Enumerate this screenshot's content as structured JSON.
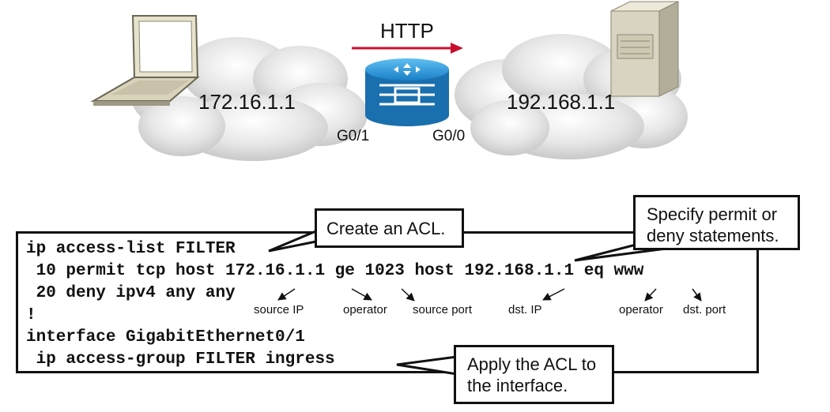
{
  "network": {
    "protocol": "HTTP",
    "client_ip": "172.16.1.1",
    "server_ip": "192.168.1.1",
    "interfaces": {
      "left": "G0/1",
      "right": "G0/0"
    }
  },
  "config": {
    "lines": [
      "ip access-list FILTER",
      " 10 permit tcp host 172.16.1.1 ge 1023 host 192.168.1.1 eq www",
      " 20 deny ipv4 any any",
      "!",
      "interface GigabitEthernet0/1",
      " ip access-group FILTER ingress"
    ]
  },
  "annotations": {
    "source_ip": "source IP",
    "operator_1": "operator",
    "source_port": "source port",
    "dst_ip": "dst. IP",
    "operator_2": "operator",
    "dst_port": "dst. port"
  },
  "callouts": {
    "create_acl": "Create an ACL.",
    "specify_statements": "Specify permit or deny statements.",
    "apply_acl": "Apply the ACL to the interface."
  },
  "colors": {
    "arrow": "#c8102e",
    "router": "#1f8fd6",
    "cloud": "#dcdcdc",
    "server": "#d9d4c2"
  }
}
